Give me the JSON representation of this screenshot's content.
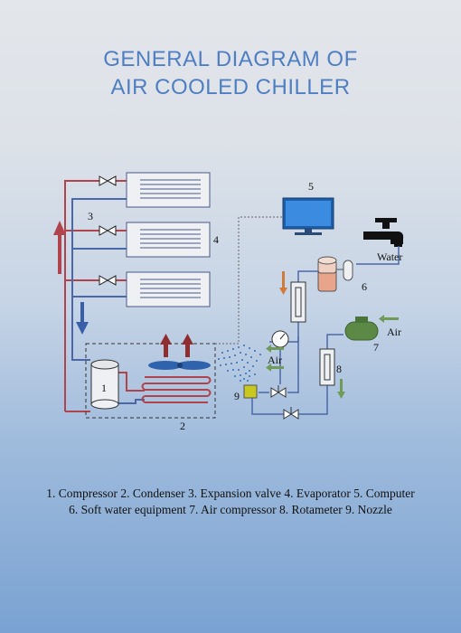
{
  "title": {
    "line1": "GENERAL DIAGRAM OF",
    "line2": "AIR COOLED CHILLER"
  },
  "diagram": {
    "labels": {
      "n1": "1",
      "n2": "2",
      "n3": "3",
      "n4": "4",
      "n5": "5",
      "n6": "6",
      "n7": "7",
      "n8": "8",
      "n9": "9",
      "water": "Water",
      "air_right": "Air",
      "air_left": "Air"
    },
    "colors": {
      "hot_pipe": "#b0444c",
      "cold_pipe": "#4a68a8",
      "air_arrow": "#6f9a5a",
      "hot_arrow": "#8e2e30",
      "cold_arrow": "#3a5ea8",
      "orange_arrow": "#d07a3a",
      "monitor": "#2f7fd2",
      "compressor_green": "#5c8a46",
      "nozzle_yellow": "#c8c820"
    }
  },
  "legend": {
    "line1": "1.   Compressor    2. Condenser    3. Expansion valve    4. Evaporator    5. Computer",
    "line2": "6. Soft water equipment    7. Air compressor    8. Rotameter    9. Nozzle"
  }
}
